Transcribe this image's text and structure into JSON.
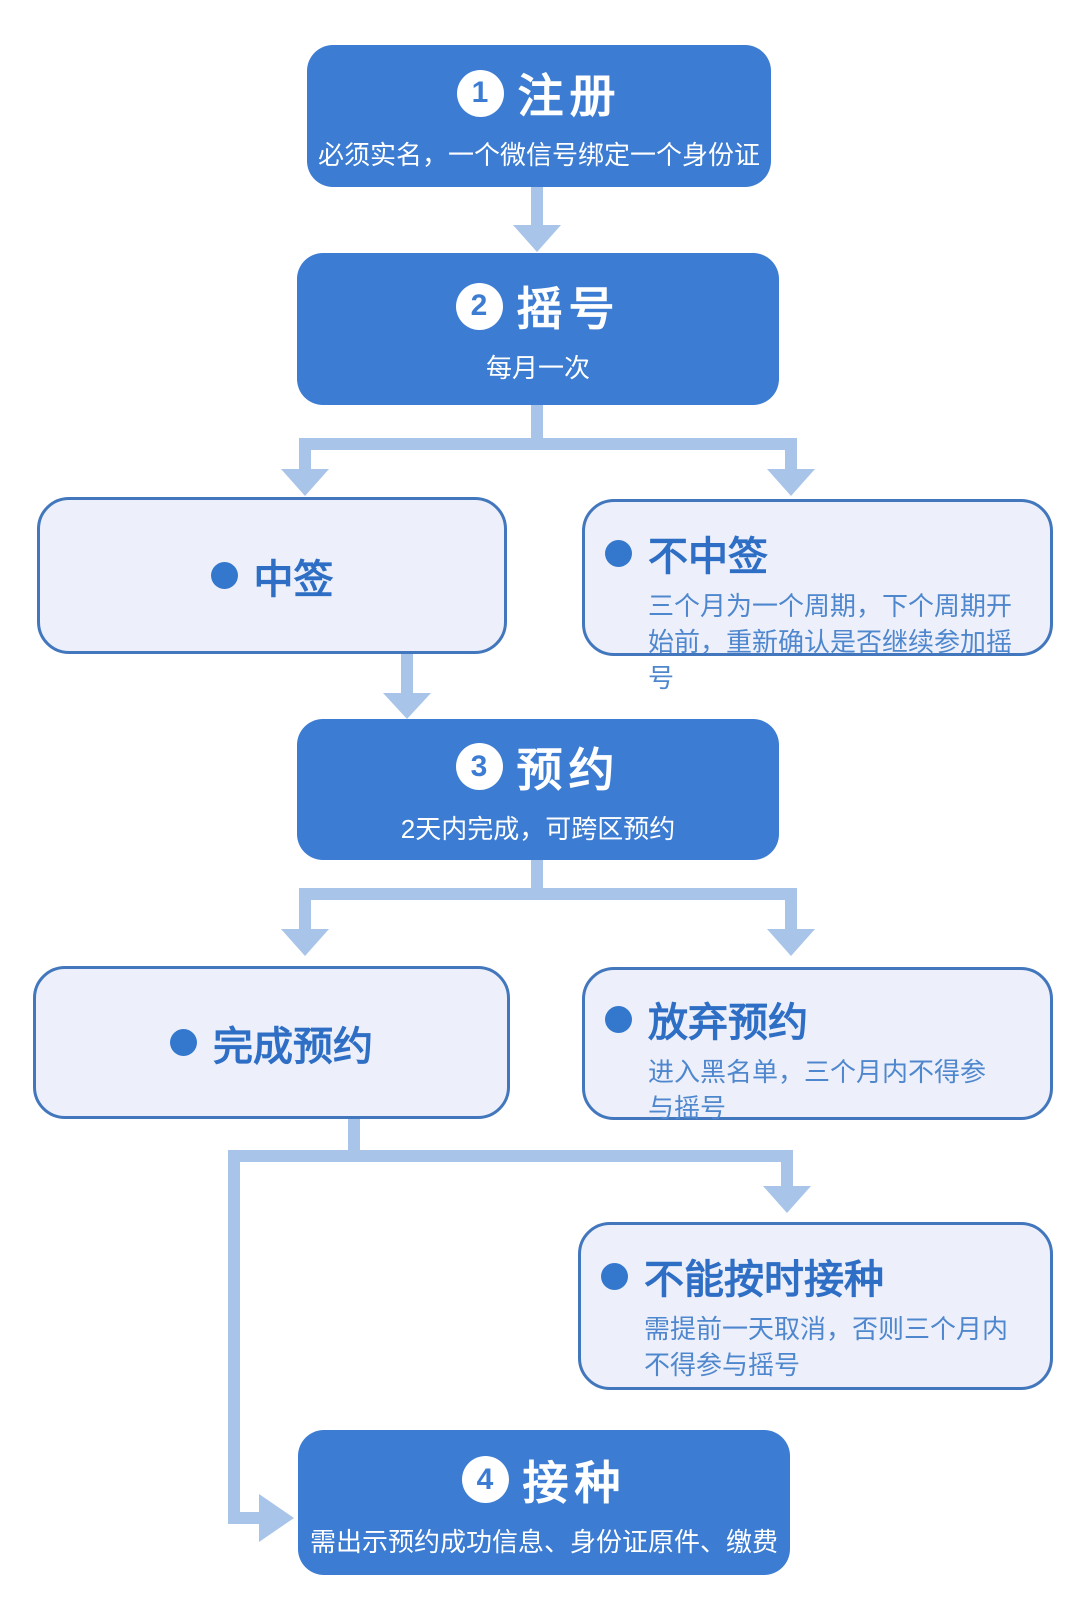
{
  "colors": {
    "step_box": "#3c7cd2",
    "step_text": "#ffffff",
    "connector": "#a8c5e9",
    "outcome_bg": "#edf0fa",
    "outcome_border": "#4377bd",
    "outcome_title": "#2e6fc5",
    "outcome_detail": "#4f87ce",
    "badge_bg": "#ffffff",
    "badge_number": "#3c7cd2"
  },
  "icons": {
    "bullet": "filled-circle",
    "arrow_down": "triangle-down",
    "arrow_right": "triangle-right"
  },
  "flow": {
    "steps": [
      {
        "number": "1",
        "title": "注册",
        "subtitle": "必须实名，一个微信号绑定一个身份证"
      },
      {
        "number": "2",
        "title": "摇号",
        "subtitle": "每月一次"
      },
      {
        "number": "3",
        "title": "预约",
        "subtitle": "2天内完成，可跨区预约"
      },
      {
        "number": "4",
        "title": "接种",
        "subtitle": "需出示预约成功信息、身份证原件、缴费"
      }
    ],
    "outcomes": {
      "win": {
        "title": "中签",
        "detail": ""
      },
      "lose": {
        "title": "不中签",
        "detail": "三个月为一个周期，下个周期开始前，重新确认是否继续参加摇号"
      },
      "booked": {
        "title": "完成预约",
        "detail": ""
      },
      "abandon": {
        "title": "放弃预约",
        "detail": "进入黑名单，三个月内不得参与摇号"
      },
      "miss": {
        "title": "不能按时接种",
        "detail": "需提前一天取消，否则三个月内不得参与摇号"
      }
    }
  }
}
